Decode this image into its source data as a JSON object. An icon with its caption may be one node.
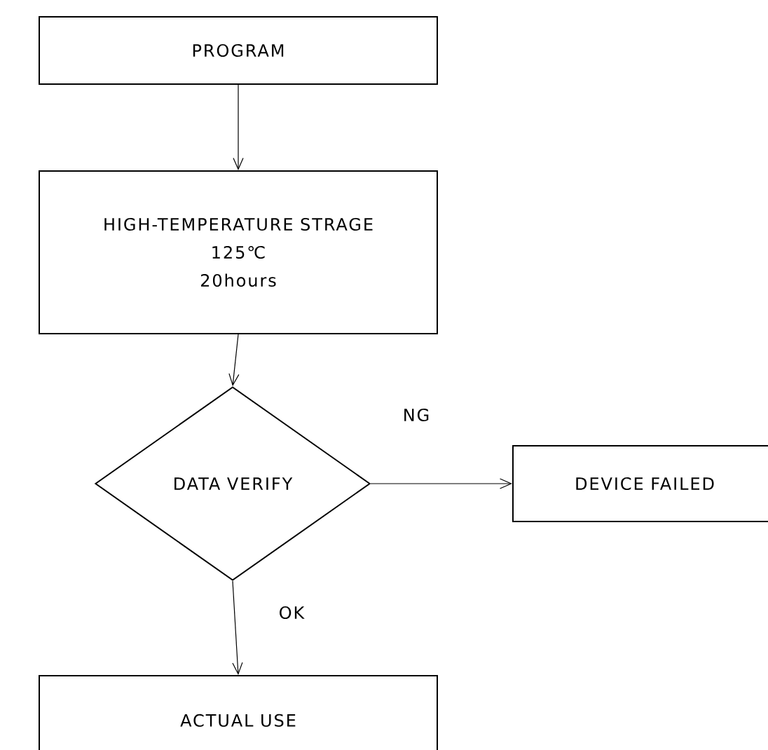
{
  "diagram": {
    "nodes": [
      {
        "text": [
          "PROGRAM"
        ]
      },
      {
        "text": [
          "HIGH-TEMPERATURE STRAGE",
          "125℃",
          "20hours"
        ]
      },
      {
        "text": [
          "DATA VERIFY"
        ]
      },
      {
        "text": [
          "DEVICE FAILED"
        ]
      },
      {
        "text": [
          "ACTUAL USE"
        ]
      }
    ],
    "edges": [
      {
        "from": 0,
        "to": 1,
        "arrow": "to"
      },
      {
        "from": 1,
        "to": 2,
        "arrow": "to"
      },
      {
        "from": 2,
        "to": 3,
        "arrow": "to",
        "label": "NG"
      },
      {
        "from": 2,
        "to": 4,
        "arrow": "to",
        "label": "OK"
      }
    ]
  }
}
